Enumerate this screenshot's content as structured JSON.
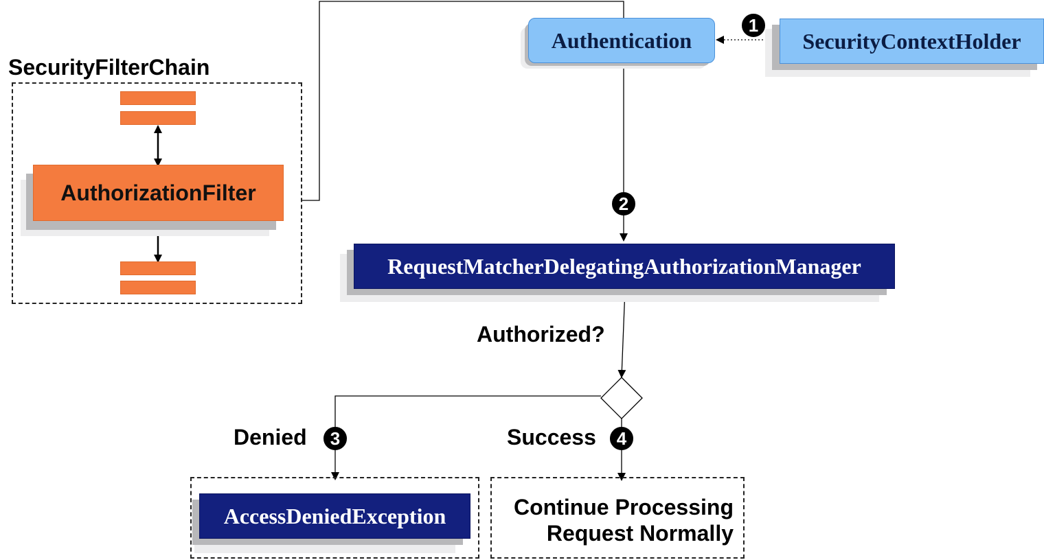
{
  "security_filter_chain": {
    "title": "SecurityFilterChain",
    "authorization_filter": "AuthorizationFilter"
  },
  "authentication": {
    "label": "Authentication"
  },
  "security_context_holder": {
    "label": "SecurityContextHolder"
  },
  "manager": {
    "label": "RequestMatcherDelegatingAuthorizationManager"
  },
  "decision": {
    "question": "Authorized?"
  },
  "denied": {
    "label": "Denied",
    "exception": "AccessDeniedException"
  },
  "success": {
    "label": "Success",
    "continue_line1": "Continue Processing",
    "continue_line2": "Request Normally"
  },
  "steps": {
    "one": "1",
    "two": "2",
    "three": "3",
    "four": "4"
  },
  "colors": {
    "orange": "#f47b3e",
    "light_blue": "#88c3f8",
    "navy": "#13207e"
  }
}
